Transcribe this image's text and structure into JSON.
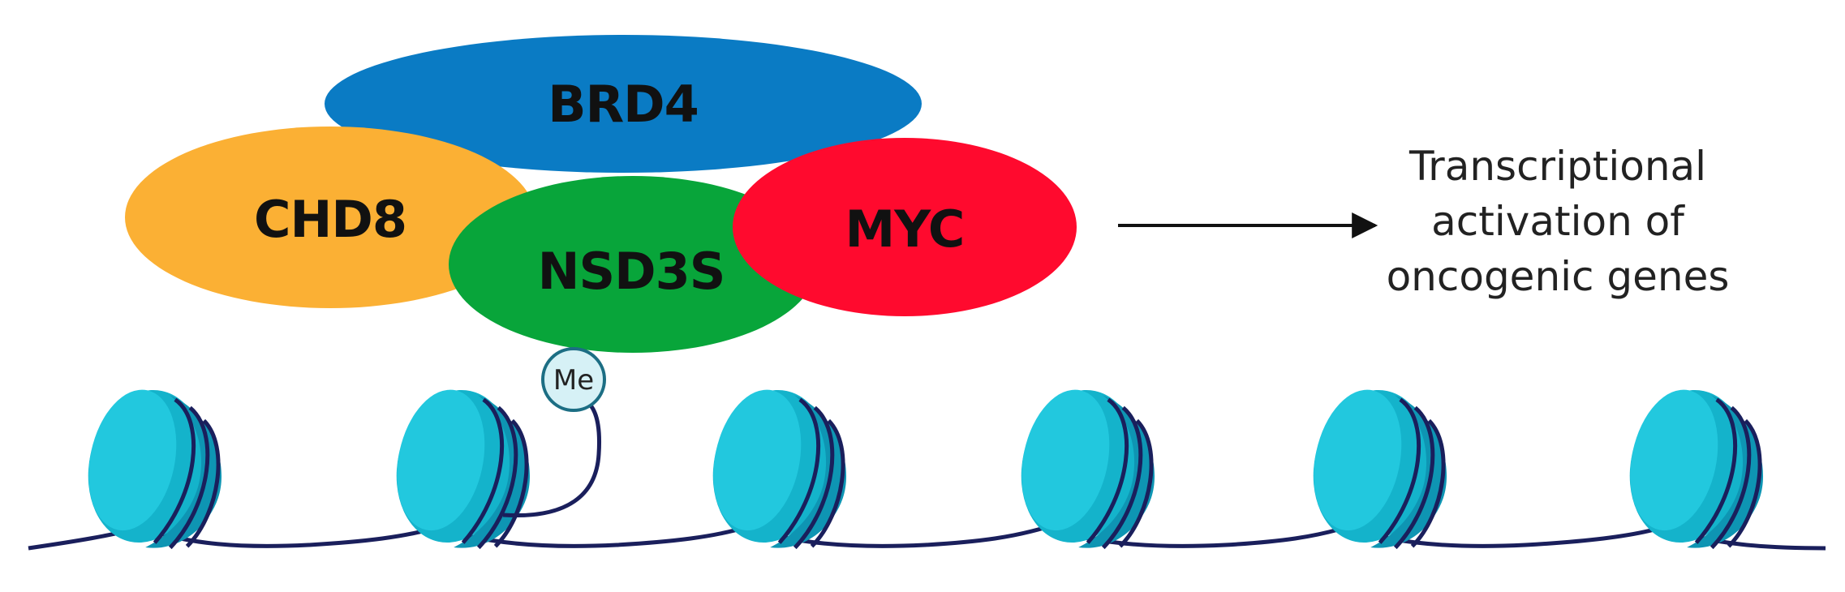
{
  "diagram": {
    "proteins": [
      {
        "id": "brd4",
        "label": "BRD4",
        "color": "#0A7BC4"
      },
      {
        "id": "chd8",
        "label": "CHD8",
        "color": "#FBB034"
      },
      {
        "id": "nsd3s",
        "label": "NSD3S",
        "color": "#08A53A"
      },
      {
        "id": "myc",
        "label": "MYC",
        "color": "#FF0A2E"
      }
    ],
    "modification": {
      "label": "Me",
      "fill": "#D6F1F6",
      "stroke": "#1C6E84"
    },
    "outcome": {
      "lines": [
        "Transcriptional",
        "activation of",
        "oncogenic genes"
      ]
    },
    "nucleosome": {
      "count": 6,
      "body_color": "#14B3CB",
      "face_color": "#22C8DE",
      "band_color": "#0E95B3",
      "wrap_color": "#1A1F5C"
    },
    "dna_color": "#1A1F5C"
  }
}
